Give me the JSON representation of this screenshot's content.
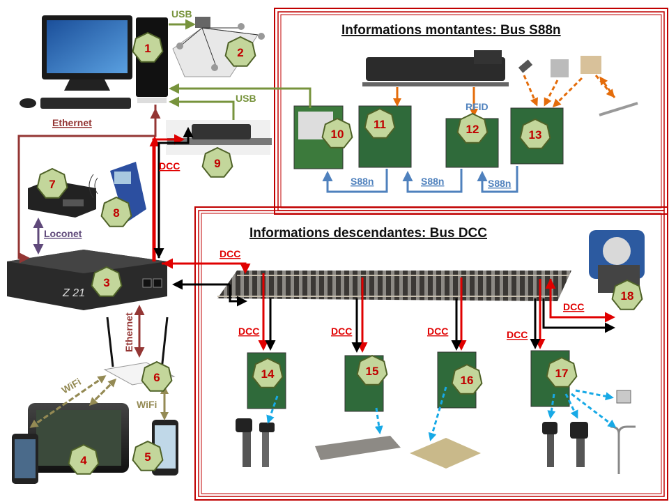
{
  "sections": {
    "upstream_title": "Informations montantes: Bus S88n",
    "downstream_title": "Informations descendantes: Bus DCC"
  },
  "labels": {
    "usb_1": "USB",
    "usb_2": "USB",
    "ethernet_pc": "Ethernet",
    "ethernet_router": "Ethernet",
    "loconet": "Loconet",
    "wifi_1": "WiFi",
    "wifi_2": "WiFi",
    "rfid": "RFID",
    "dcc_9": "DCC",
    "dcc_track": "DCC",
    "dcc_14": "DCC",
    "dcc_15": "DCC",
    "dcc_16": "DCC",
    "dcc_17": "DCC",
    "dcc_18": "DCC",
    "s88n_1": "S88n",
    "s88n_2": "S88n",
    "s88n_3": "S88n",
    "z21_logo": "Z 21"
  },
  "nodes": [
    "1",
    "2",
    "3",
    "4",
    "5",
    "6",
    "7",
    "8",
    "9",
    "10",
    "11",
    "12",
    "13",
    "14",
    "15",
    "16",
    "17",
    "18"
  ],
  "colors": {
    "red": "#e00000",
    "black": "#000000",
    "green": "#77933c",
    "brown": "#943634",
    "purple": "#5f497a",
    "blue": "#4f81bd",
    "orange": "#e46c0a",
    "cyan": "#17a9e6",
    "olive": "#948a54",
    "node_fill": "#c3d69b",
    "node_stroke": "#4f6228",
    "border": "#c00000"
  }
}
